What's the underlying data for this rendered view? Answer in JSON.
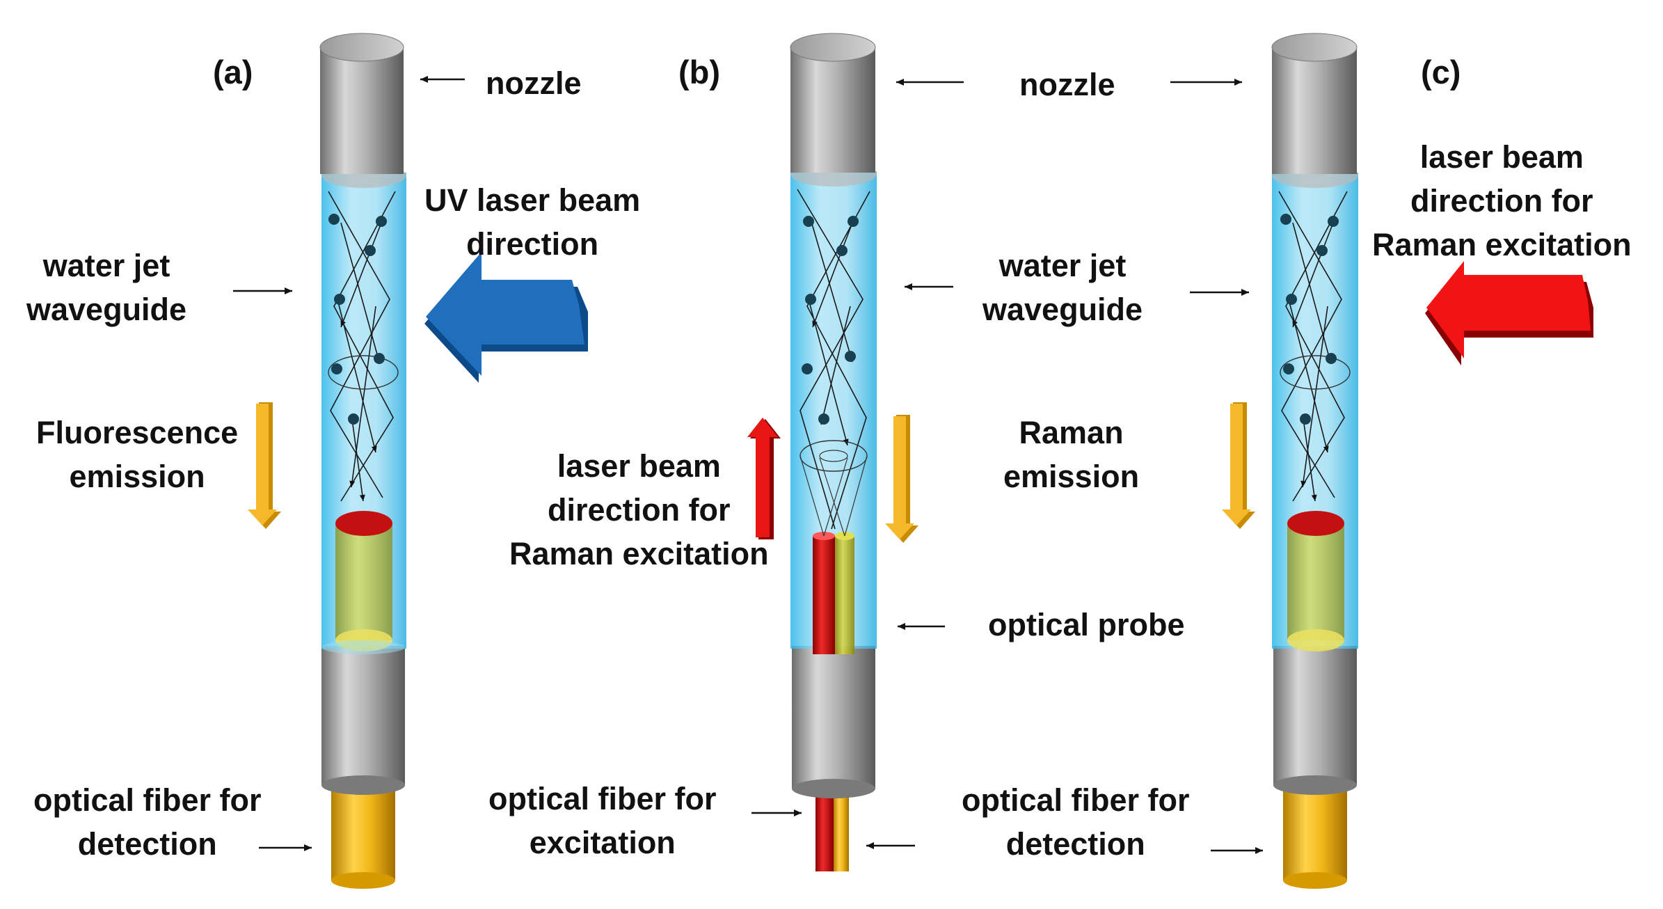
{
  "panels": {
    "a": {
      "label": "(a)",
      "nozzle": "nozzle",
      "laser": [
        "UV laser beam",
        "direction"
      ],
      "waveguide": [
        "water jet",
        "waveguide"
      ],
      "emission": [
        "Fluorescence",
        "emission"
      ],
      "fiber": [
        "optical fiber for",
        "detection"
      ]
    },
    "b": {
      "label": "(b)",
      "laser": [
        "laser beam",
        "direction for",
        "Raman excitation"
      ],
      "fiber": [
        "optical fiber for",
        "excitation"
      ]
    },
    "shared": {
      "nozzle": "nozzle",
      "waveguide": [
        "water jet",
        "waveguide"
      ],
      "emission": [
        "Raman",
        "emission"
      ],
      "probe": "optical probe",
      "fiber": [
        "optical fiber for",
        "detection"
      ]
    },
    "c": {
      "label": "(c)",
      "laser": [
        "laser beam",
        "direction for",
        "Raman excitation"
      ]
    }
  },
  "colors": {
    "uv_beam": "#1f6fbd",
    "raman_beam": "#e11414",
    "water_jet": "#46c8ee",
    "nozzle": "#a8a8a8",
    "emission_arrow": "#f5b82a",
    "detection_fiber": "#f2b81a",
    "excitation_fiber": "#d81a1a"
  }
}
